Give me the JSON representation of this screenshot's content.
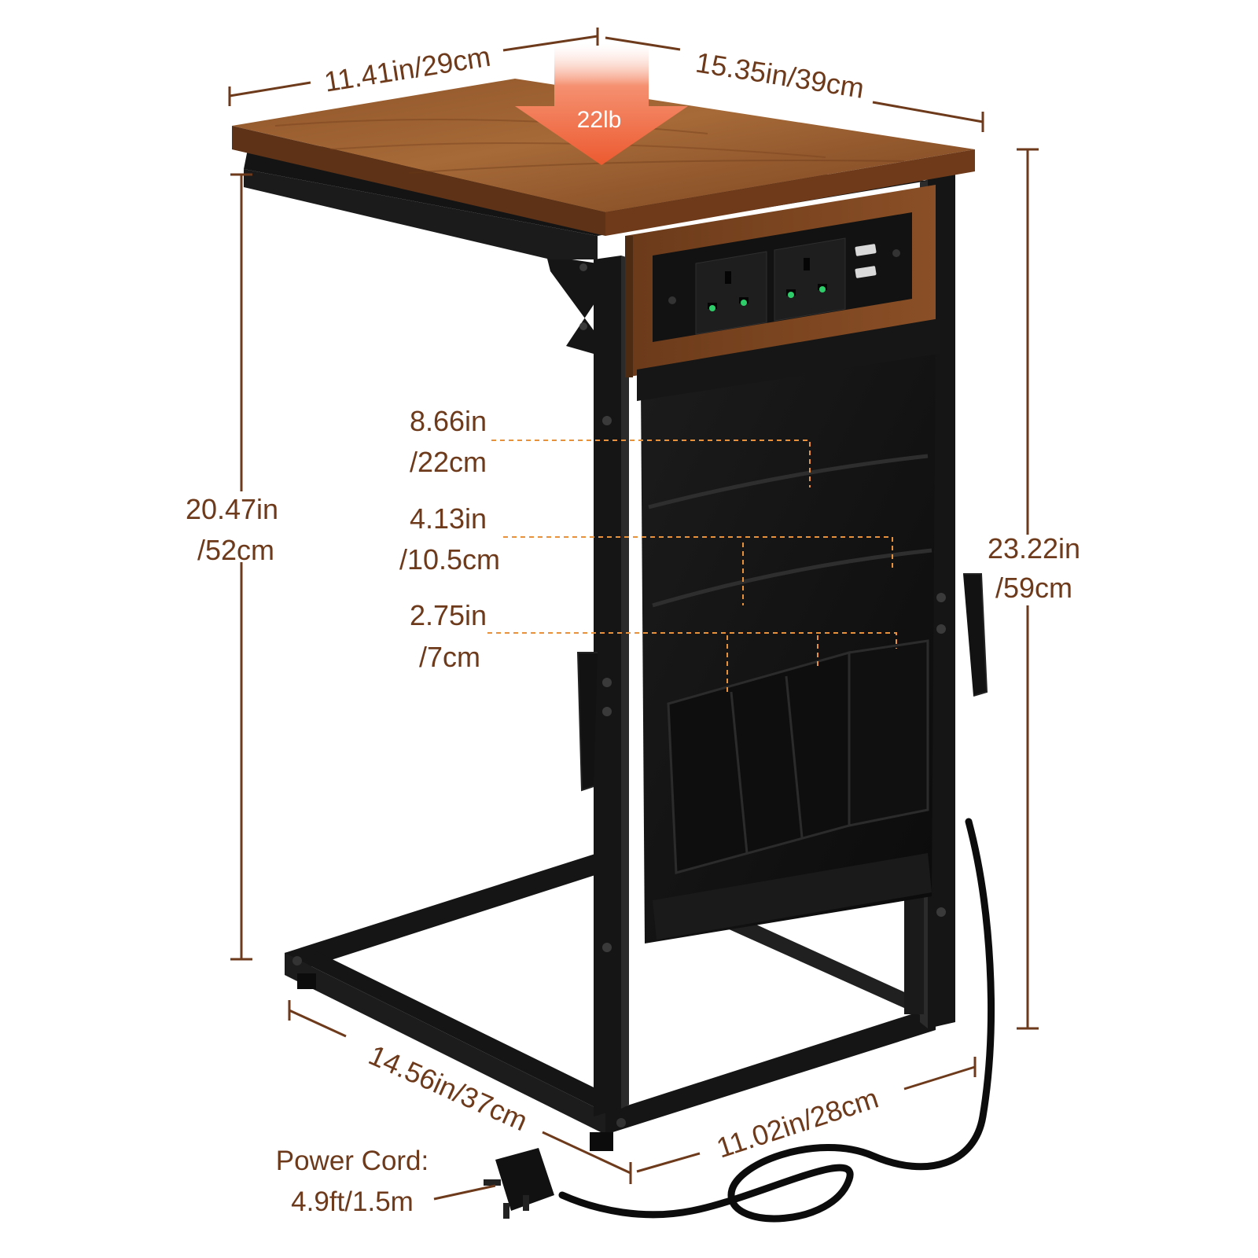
{
  "dimensions": {
    "top_depth": "11.41in/29cm",
    "top_width": "15.35in/39cm",
    "inner_height": {
      "line1": "20.47in",
      "line2": "/52cm"
    },
    "total_height": {
      "line1": "23.22in",
      "line2": "/59cm"
    },
    "base_depth": "14.56in/37cm",
    "base_width": "11.02in/28cm"
  },
  "weight": {
    "label": "22lb"
  },
  "pockets": [
    {
      "line1": "8.66in",
      "line2": "/22cm"
    },
    {
      "line1": "4.13in",
      "line2": "/10.5cm"
    },
    {
      "line1": "2.75in",
      "line2": "/7cm"
    }
  ],
  "power_cord": {
    "line1": "Power Cord:",
    "line2": "4.9ft/1.5m"
  },
  "colors": {
    "dimension_text": "#6e3a1c",
    "guide_line": "#e8913c",
    "weight_arrow": "#f06a3a",
    "wood": "#8a4f26",
    "frame": "#151515"
  },
  "outlet_panel": {
    "ac_sockets": 2,
    "usb_ports": 2
  }
}
